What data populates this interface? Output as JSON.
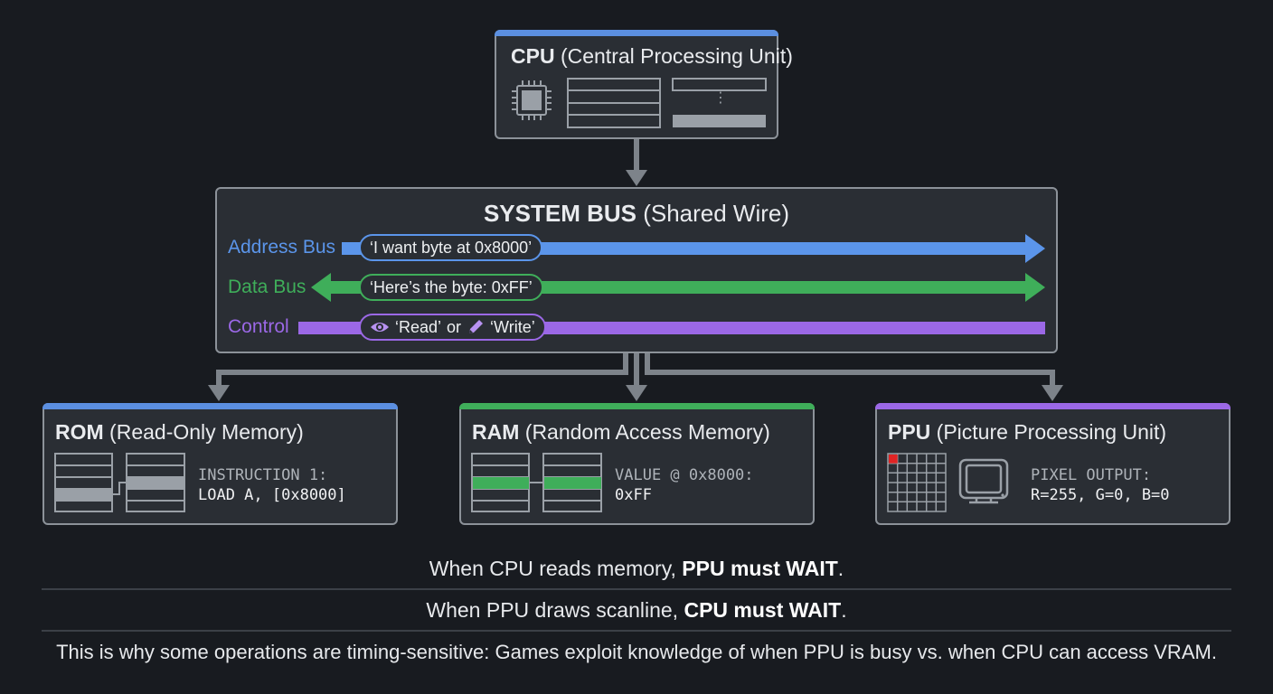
{
  "colors": {
    "background": "#181b20",
    "cpu_accent": "#5b8fe0",
    "rom_accent": "#5b8fe0",
    "ram_accent": "#3fae5a",
    "ppu_accent": "#9b68e6",
    "address_bus": "#5b95ea",
    "data_bus": "#3fae5a",
    "control": "#9b68e6",
    "pixel_highlight": "#e02424"
  },
  "cpu": {
    "title_bold": "CPU",
    "title_rest": " (Central Processing Unit)",
    "icon": "cpu-chip-icon",
    "register_dots": "⋮"
  },
  "bus": {
    "title_bold": "SYSTEM BUS",
    "title_rest": " (Shared Wire)",
    "lines": [
      {
        "label": "Address Bus",
        "message": "‘I want byte at 0x8000’",
        "direction": "right"
      },
      {
        "label": "Data Bus",
        "message": "‘Here’s the byte: 0xFF’",
        "direction": "both"
      },
      {
        "label": "Control",
        "message_read": "‘Read’",
        "message_or": "or",
        "message_write": "‘Write’",
        "icon_read": "eye-icon",
        "icon_write": "pencil-icon",
        "direction": "none"
      }
    ]
  },
  "rom": {
    "title_bold": "ROM",
    "title_rest": " (Read-Only Memory)",
    "line1": "INSTRUCTION 1:",
    "line2": "LOAD A, [0x8000]"
  },
  "ram": {
    "title_bold": "RAM",
    "title_rest": " (Random Access Memory)",
    "line1": "VALUE @ 0x8000:",
    "line2": "0xFF"
  },
  "ppu": {
    "title_bold": "PPU",
    "title_rest": " (Picture Processing Unit)",
    "line1": "PIXEL OUTPUT:",
    "line2": "R=255, G=0, B=0",
    "icon": "monitor-icon"
  },
  "notes": [
    {
      "text": "When CPU reads memory, ",
      "bold": "PPU must WAIT",
      "end": "."
    },
    {
      "text": "When PPU draws scanline, ",
      "bold": "CPU must WAIT",
      "end": "."
    },
    {
      "text": "This is why some operations are timing-sensitive: Games exploit knowledge of when PPU is busy vs. when CPU can access VRAM."
    }
  ]
}
